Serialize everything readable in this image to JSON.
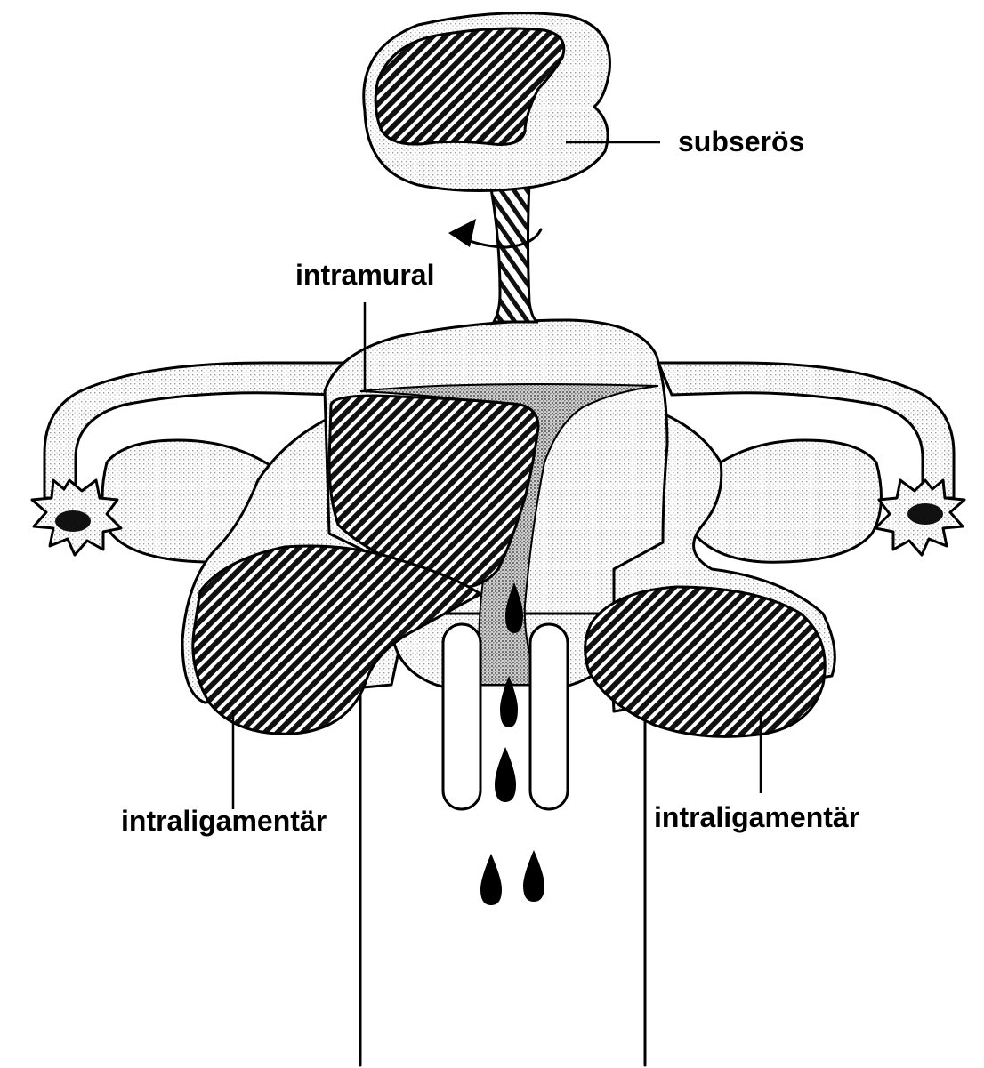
{
  "labels": {
    "subserous": "subserös",
    "intramural": "intramural",
    "intraligamentary_left": "intraligamentär",
    "intraligamentary_right": "intraligamentär"
  }
}
